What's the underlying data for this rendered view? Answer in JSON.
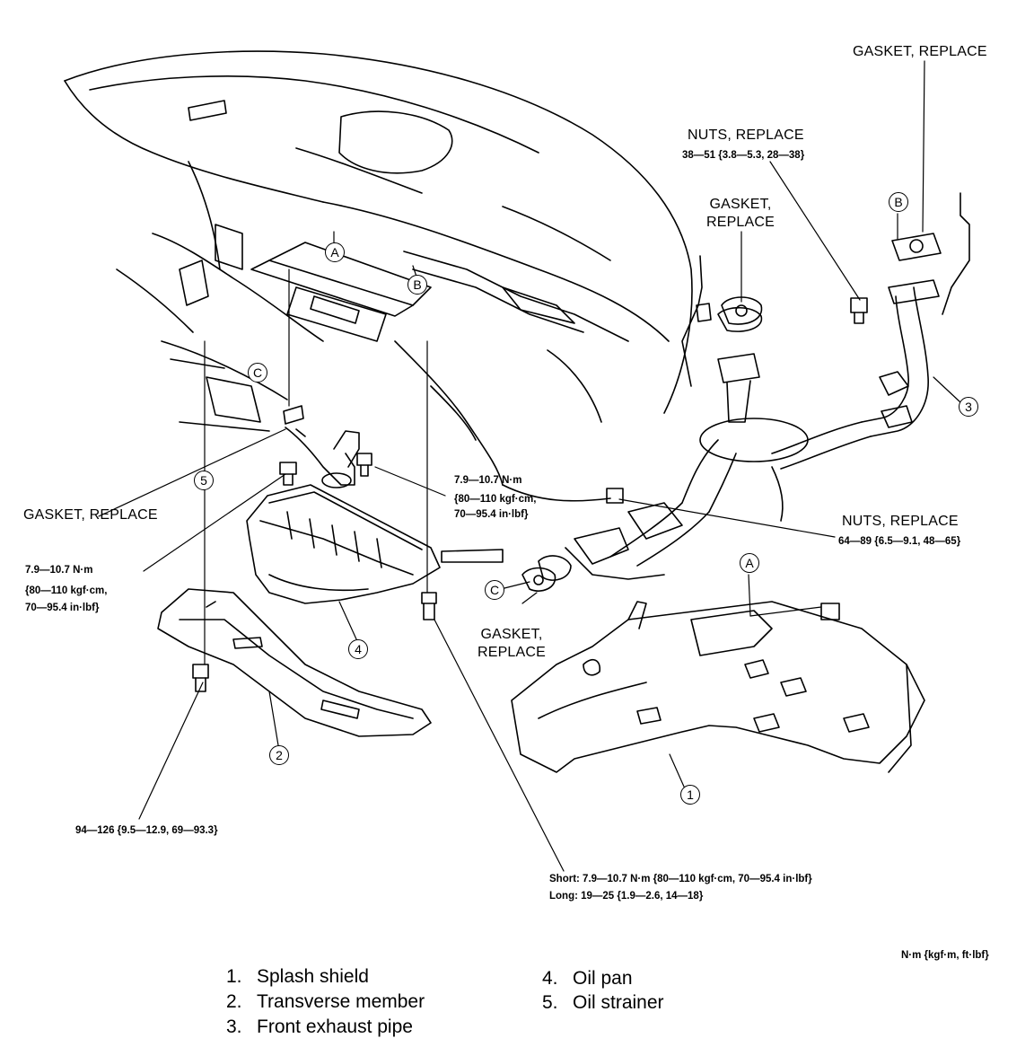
{
  "labels": {
    "gasket_top_right": "GASKET, REPLACE",
    "nuts_top": "NUTS, REPLACE",
    "nuts_top_spec": "38—51 {3.8—5.3, 28—38}",
    "gasket_mid_line1": "GASKET,",
    "gasket_mid_line2": "REPLACE",
    "gasket_left": "GASKET, REPLACE",
    "bolt_left_spec_1": "7.9—10.7 N·m",
    "bolt_left_spec_2": "{80—110 kgf·cm,",
    "bolt_left_spec_3": "70—95.4 in·lbf}",
    "bolt_center_spec_1": "7.9—10.7 N·m",
    "bolt_center_spec_2": "{80—110 kgf·cm,",
    "bolt_center_spec_3": "70—95.4 in·lbf}",
    "nuts_right": "NUTS, REPLACE",
    "nuts_right_spec": "64—89 {6.5—9.1, 48—65}",
    "gasket_lower_line1": "GASKET,",
    "gasket_lower_line2": "REPLACE",
    "member_bolt_spec": "94—126 {9.5—12.9, 69—93.3}",
    "pan_bolt_short": "Short: 7.9—10.7 N·m {80—110 kgf·cm, 70—95.4 in·lbf}",
    "pan_bolt_long": "Long: 19—25 {1.9—2.6, 14—18}",
    "units_note": "N·m {kgf·m, ft·lbf}"
  },
  "callouts": {
    "A_upper": "A",
    "B_upper": "B",
    "B_right": "B",
    "C_left": "C",
    "C_lower": "C",
    "A_right": "A",
    "n1": "1",
    "n2": "2",
    "n3": "3",
    "n4": "4",
    "n5": "5"
  },
  "legend": [
    {
      "num": "1.",
      "text": "Splash shield"
    },
    {
      "num": "2.",
      "text": "Transverse member"
    },
    {
      "num": "3.",
      "text": "Front exhaust pipe"
    },
    {
      "num": "4.",
      "text": "Oil pan"
    },
    {
      "num": "5.",
      "text": "Oil strainer"
    }
  ],
  "colors": {
    "ink": "#000000",
    "paper": "#ffffff"
  }
}
